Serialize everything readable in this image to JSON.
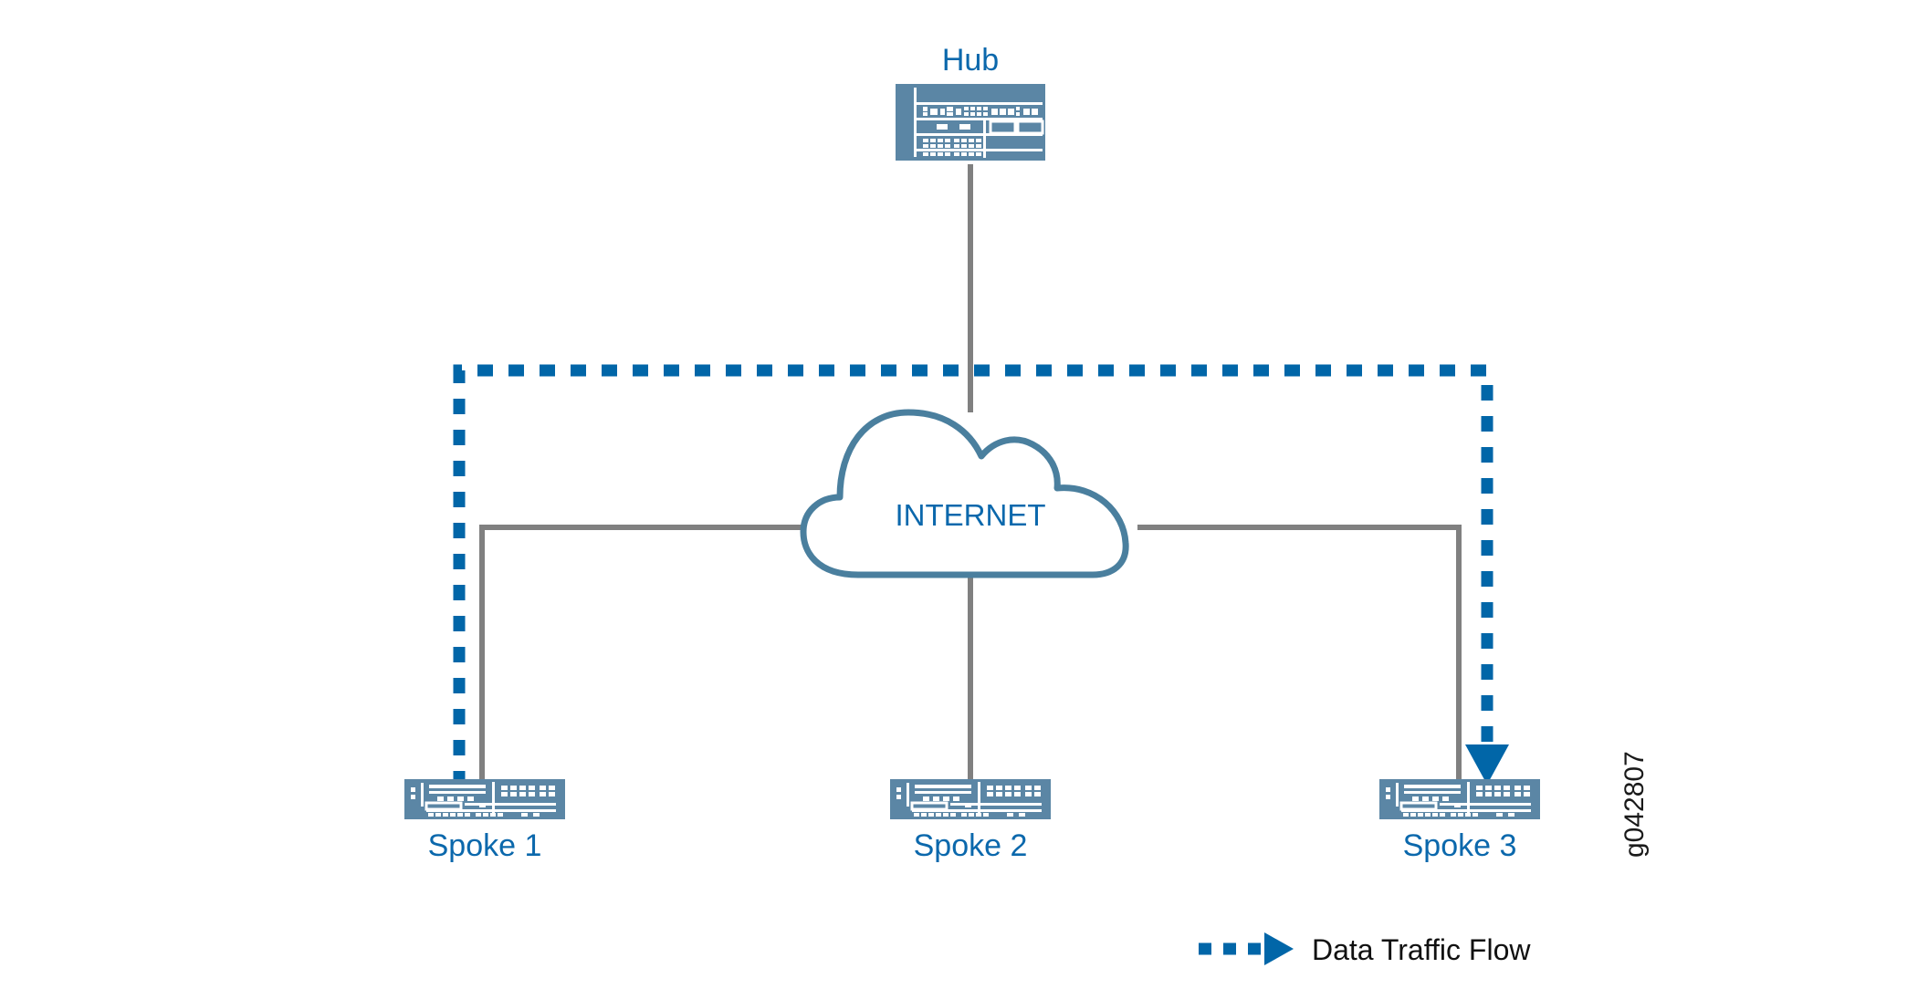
{
  "diagram": {
    "type": "network-topology",
    "title_visible": false,
    "background_color": "#ffffff",
    "colors": {
      "device_fill": "#5b86a5",
      "device_detail": "#ffffff",
      "cloud_stroke": "#4a7f9e",
      "label_blue": "#0b68ac",
      "traffic_blue": "#0166a8",
      "link_gray": "#808080",
      "legend_text": "#111111",
      "watermark": "#1a1a1a"
    },
    "nodes": [
      {
        "id": "hub",
        "label": "Hub",
        "icon": "router-device-icon",
        "label_position": "above"
      },
      {
        "id": "cloud",
        "label": "INTERNET",
        "icon": "cloud-icon",
        "label_position": "inside"
      },
      {
        "id": "spoke1",
        "label": "Spoke 1",
        "icon": "router-device-icon",
        "label_position": "below"
      },
      {
        "id": "spoke2",
        "label": "Spoke 2",
        "icon": "router-device-icon",
        "label_position": "below"
      },
      {
        "id": "spoke3",
        "label": "Spoke 3",
        "icon": "router-device-icon",
        "label_position": "below"
      }
    ],
    "links": [
      {
        "from": "hub",
        "to": "cloud",
        "style": "solid",
        "color": "#808080"
      },
      {
        "from": "cloud",
        "to": "spoke1",
        "style": "solid",
        "color": "#808080"
      },
      {
        "from": "cloud",
        "to": "spoke2",
        "style": "solid",
        "color": "#808080"
      },
      {
        "from": "cloud",
        "to": "spoke3",
        "style": "solid",
        "color": "#808080"
      }
    ],
    "flows": [
      {
        "id": "data-traffic-flow",
        "from": "spoke1",
        "to": "spoke3",
        "style": "dashed",
        "color": "#0166a8",
        "arrow_at": "spoke3",
        "routed": "around-internet-cloud"
      }
    ]
  },
  "labels": {
    "hub": "Hub",
    "internet": "INTERNET",
    "spoke1": "Spoke 1",
    "spoke2": "Spoke 2",
    "spoke3": "Spoke 3"
  },
  "legend": {
    "items": [
      {
        "label": "Data Traffic Flow",
        "marker": "dashed-arrow",
        "color": "#0166a8"
      }
    ]
  },
  "watermark": {
    "text": "g042807",
    "rotation": "-90"
  }
}
